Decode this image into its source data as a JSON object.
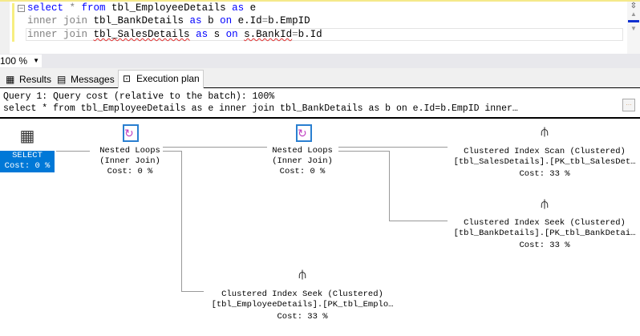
{
  "editor": {
    "lines": [
      [
        {
          "t": "select",
          "c": "kw"
        },
        {
          "t": " * ",
          "c": "gr"
        },
        {
          "t": "from",
          "c": "kw"
        },
        {
          "t": " tbl_EmployeeDetails ",
          "c": ""
        },
        {
          "t": "as",
          "c": "kw"
        },
        {
          "t": " e",
          "c": ""
        }
      ],
      [
        {
          "t": "inner join",
          "c": "gr"
        },
        {
          "t": " tbl_BankDetails ",
          "c": ""
        },
        {
          "t": "as",
          "c": "kw"
        },
        {
          "t": " b ",
          "c": ""
        },
        {
          "t": "on",
          "c": "kw"
        },
        {
          "t": " e.Id",
          "c": ""
        },
        {
          "t": "=",
          "c": "gr"
        },
        {
          "t": "b.EmpID",
          "c": ""
        }
      ],
      [
        {
          "t": "inner join",
          "c": "gr"
        },
        {
          "t": " ",
          "c": ""
        },
        {
          "t": "tbl_SalesDetails",
          "c": "squig"
        },
        {
          "t": " ",
          "c": ""
        },
        {
          "t": "as",
          "c": "kw"
        },
        {
          "t": " s ",
          "c": ""
        },
        {
          "t": "on",
          "c": "kw"
        },
        {
          "t": " ",
          "c": ""
        },
        {
          "t": "s.BankId",
          "c": "squig"
        },
        {
          "t": "=",
          "c": "gr"
        },
        {
          "t": "b.Id",
          "c": ""
        }
      ]
    ]
  },
  "zoom": "100 %",
  "tabs": [
    {
      "label": "Results",
      "icon": "grid-icon"
    },
    {
      "label": "Messages",
      "icon": "messages-icon"
    },
    {
      "label": "Execution plan",
      "icon": "plan-icon",
      "active": true
    }
  ],
  "plan": {
    "query_cost": "Query 1: Query cost (relative to the batch): 100%",
    "query_text": "select * from tbl_EmployeeDetails as e inner join tbl_BankDetails as b on e.Id=b.EmpID inner…",
    "nodes": {
      "select": {
        "op": "SELECT",
        "cost": "Cost: 0 %"
      },
      "nl1": {
        "op": "Nested Loops",
        "sub": "(Inner Join)",
        "cost": "Cost: 0 %"
      },
      "nl2": {
        "op": "Nested Loops",
        "sub": "(Inner Join)",
        "cost": "Cost: 0 %"
      },
      "scan": {
        "op": "Clustered Index Scan (Clustered)",
        "obj": "[tbl_SalesDetails].[PK_tbl_SalesDet…",
        "cost": "Cost: 33 %"
      },
      "seek_bank": {
        "op": "Clustered Index Seek (Clustered)",
        "obj": "[tbl_BankDetails].[PK_tbl_BankDetai…",
        "cost": "Cost: 33 %"
      },
      "seek_emp": {
        "op": "Clustered Index Seek (Clustered)",
        "obj": "[tbl_EmployeeDetails].[PK_tbl_Emplo…",
        "cost": "Cost: 33 %"
      }
    }
  },
  "colors": {
    "select_bg": "#0078d7",
    "keyword": "#0000ff"
  }
}
